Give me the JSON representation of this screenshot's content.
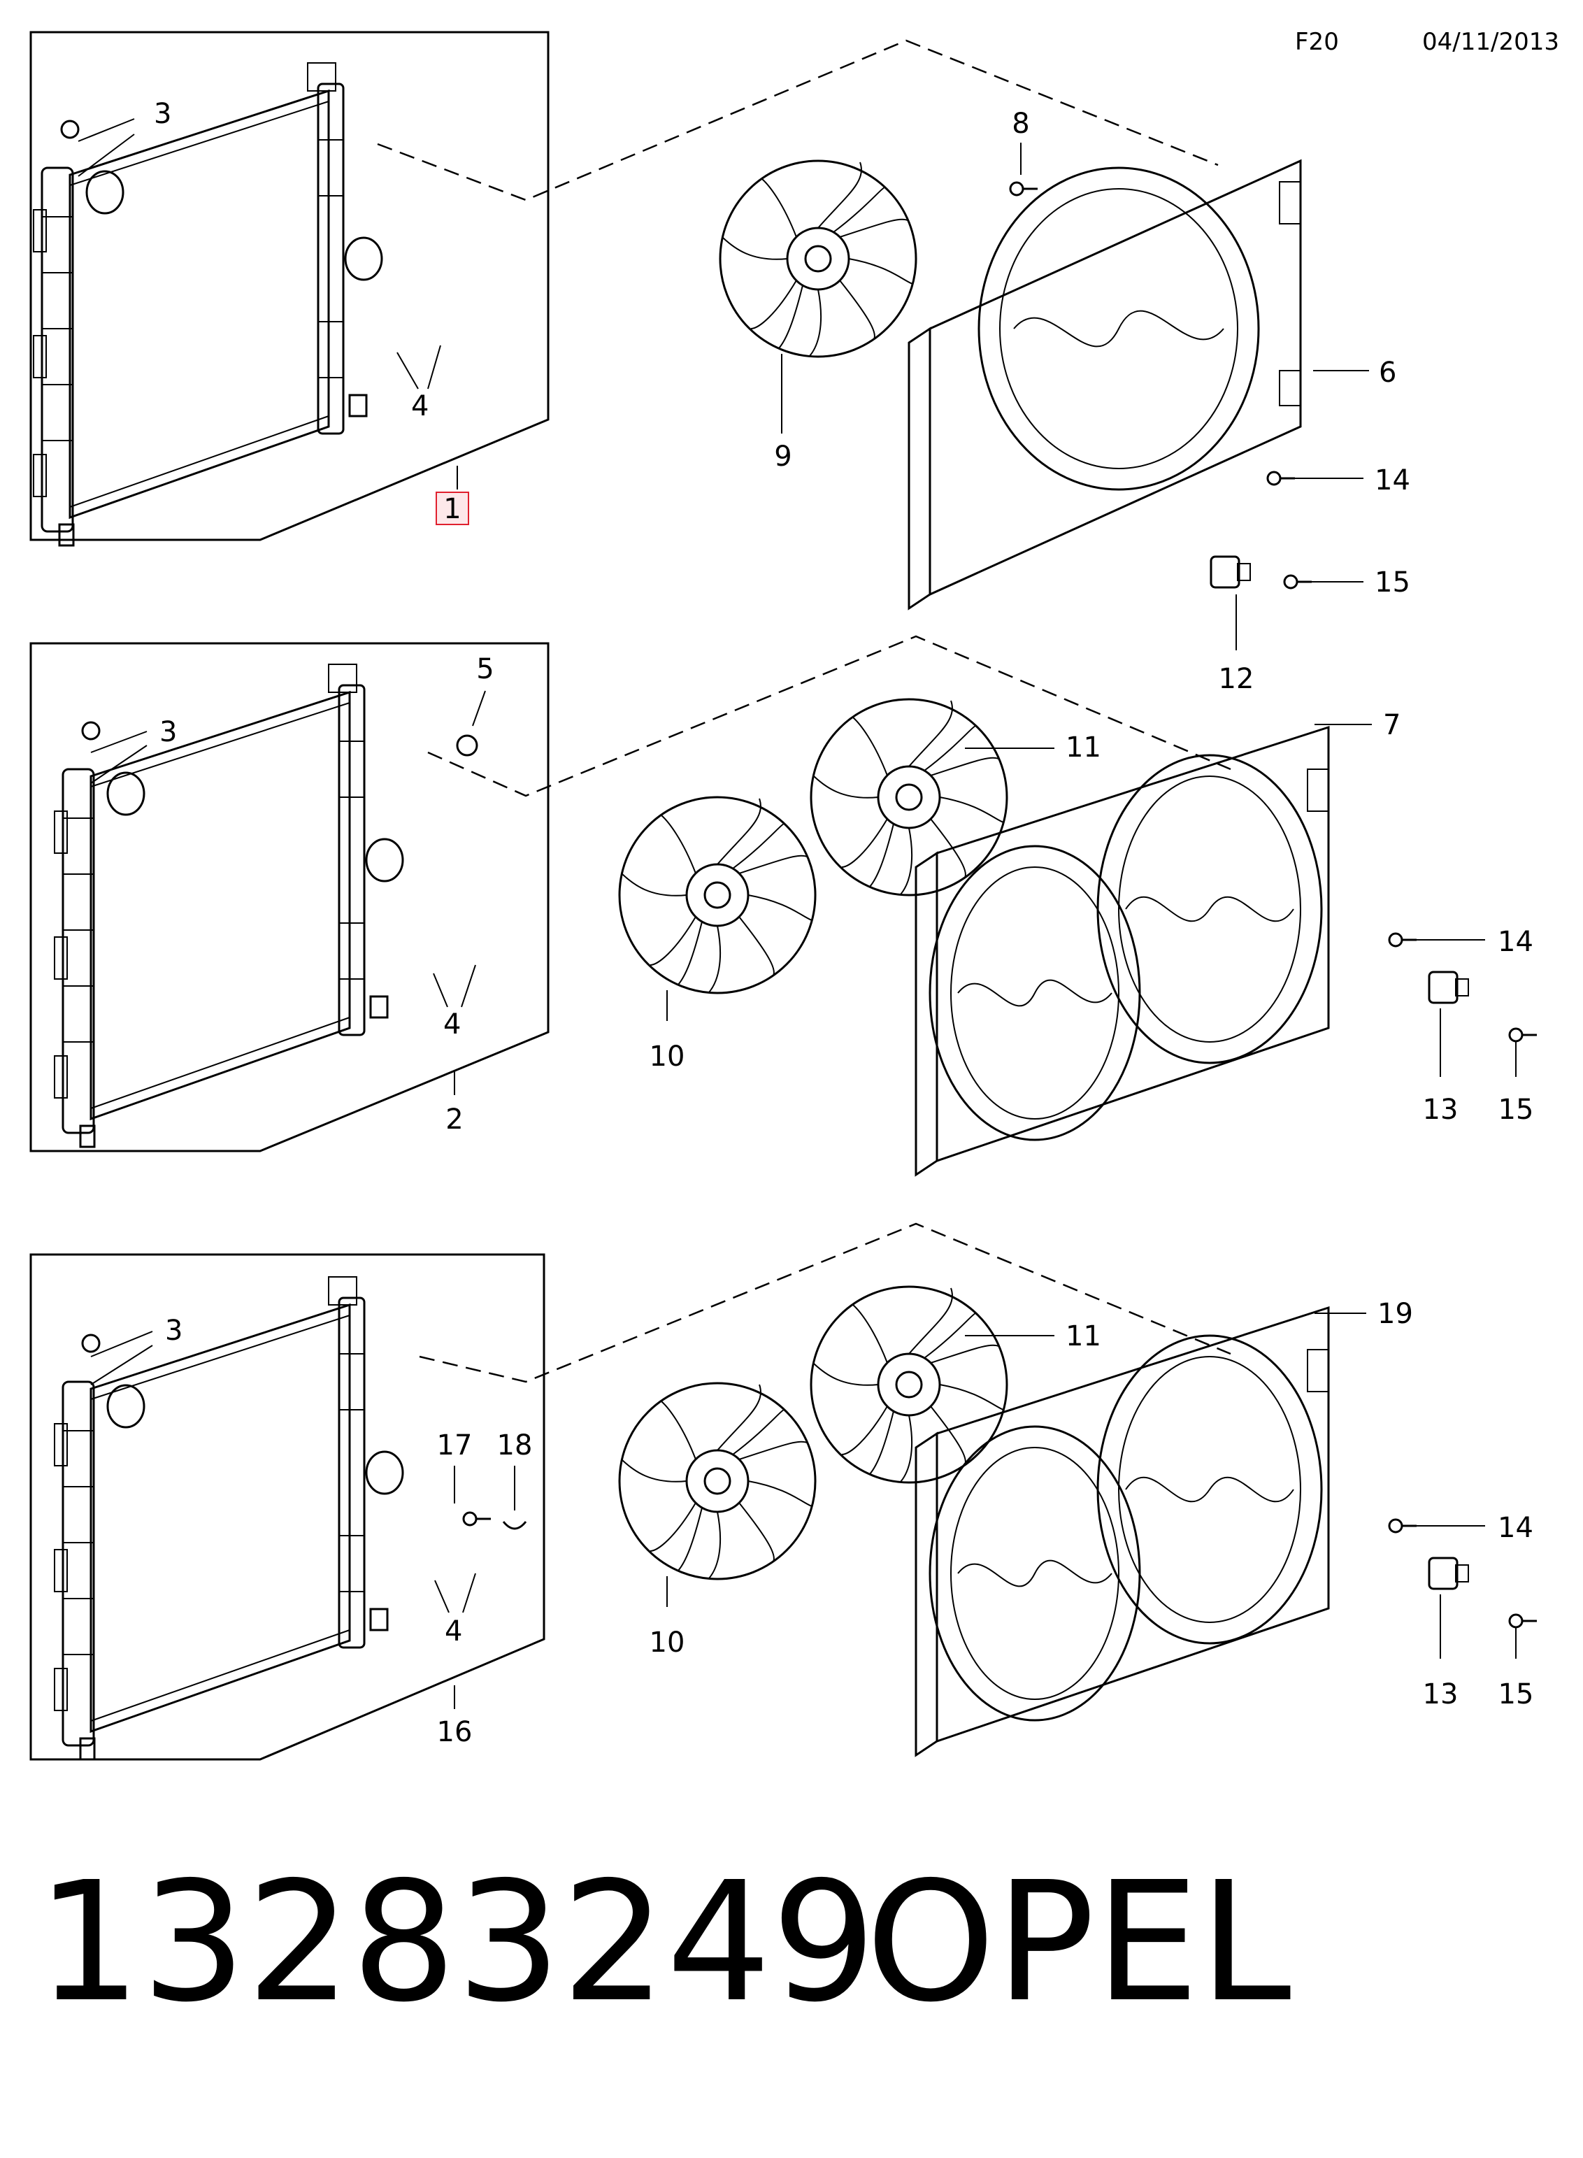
{
  "header": {
    "page_code": "F20",
    "date": "04/11/2013"
  },
  "callouts": {
    "p1_3": "3",
    "p1_4": "4",
    "p1_1": "1",
    "p1_8": "8",
    "p1_9": "9",
    "p1_6": "6",
    "p1_14": "14",
    "p1_15": "15",
    "p1_12": "12",
    "p2_3": "3",
    "p2_5": "5",
    "p2_4": "4",
    "p2_2": "2",
    "p2_11": "11",
    "p2_7": "7",
    "p2_10": "10",
    "p2_14": "14",
    "p2_13": "13",
    "p2_15": "15",
    "p3_3": "3",
    "p3_17": "17",
    "p3_18": "18",
    "p3_4": "4",
    "p3_16": "16",
    "p3_11": "11",
    "p3_19": "19",
    "p3_10": "10",
    "p3_14": "14",
    "p3_13": "13",
    "p3_15": "15"
  },
  "highlight_color": "#e0202e",
  "highlight_fill": "#fde8ea",
  "footer": {
    "part_number": "13283249",
    "brand": "OPEL"
  }
}
